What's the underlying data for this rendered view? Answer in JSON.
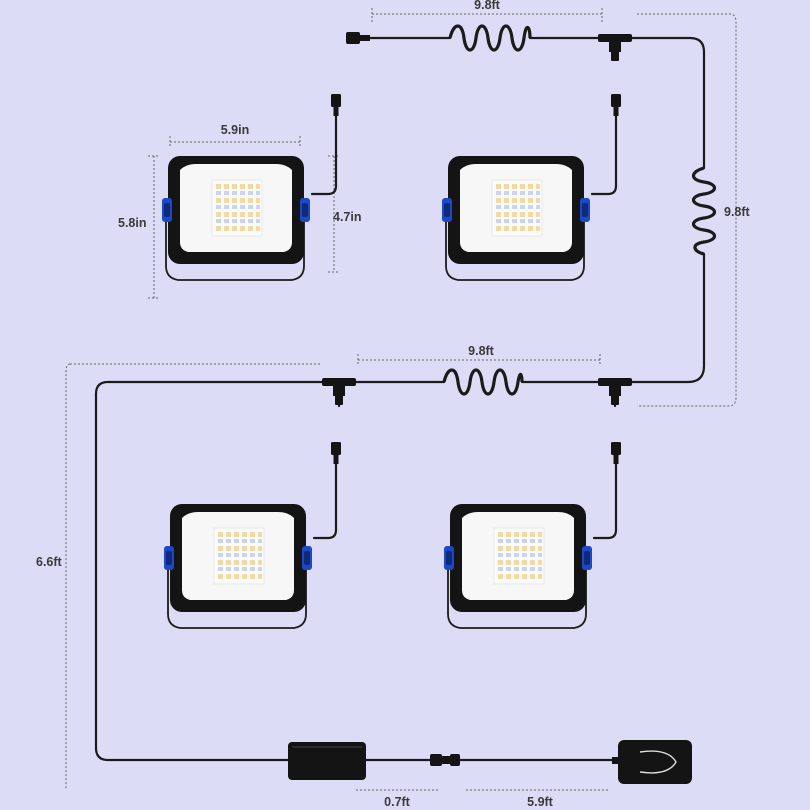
{
  "colors": {
    "background": "#dddcf6",
    "cable": "#1b1b1b",
    "housing": "#141414",
    "panel": "#f7f7f7",
    "led": "#f3d9a4",
    "led_alt": "#c9d4f3",
    "mount_accent": "#1d49c9",
    "dimension_line": "#666666"
  },
  "dimensions": {
    "top_cable": "9.8ft",
    "light_width": "5.9in",
    "light_height": "5.8in",
    "panel_height": "4.7in",
    "right_cable": "9.8ft",
    "middle_cable": "9.8ft",
    "left_cable": "6.6ft",
    "bottom_short": "0.7ft",
    "bottom_long": "5.9ft"
  },
  "icons": {
    "flood_light": "flood-light-icon",
    "connector": "waterproof-connector-icon",
    "t_splitter": "t-splitter-icon",
    "coil": "coiled-cable-icon",
    "controller": "controller-box-icon",
    "adapter": "power-adapter-icon"
  }
}
